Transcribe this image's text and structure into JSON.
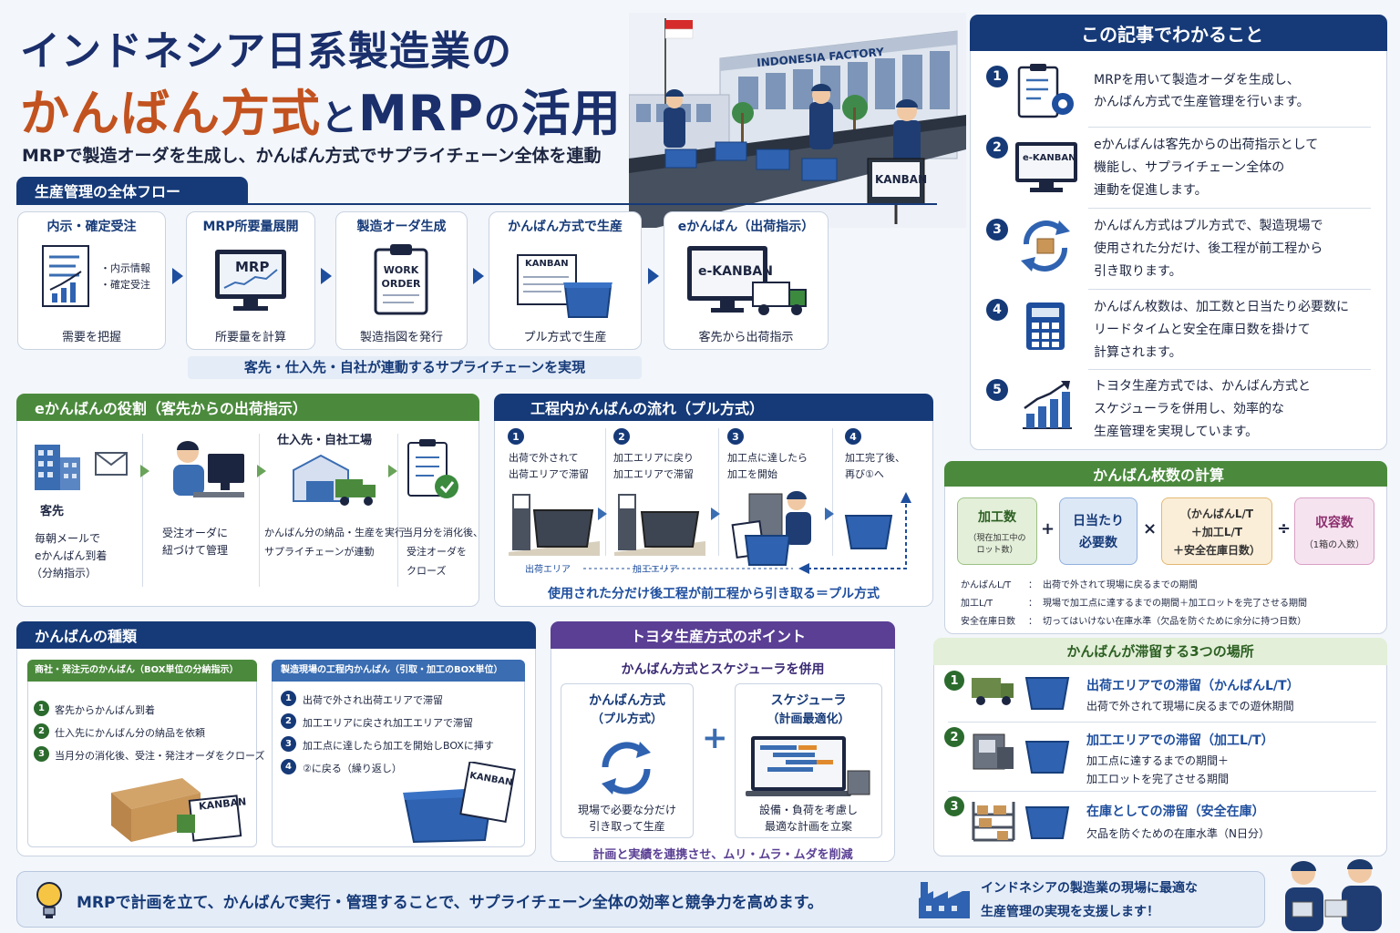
{
  "header": {
    "title_line1": "インドネシア日系製造業の",
    "title_kanban": "かんばん方式",
    "title_to": "と",
    "title_mrp": "MRP",
    "title_no": "の",
    "title_katsuyou": "活用",
    "subtitle": "MRPで製造オーダを生成し、かんばん方式でサプライチェーン全体を連動",
    "factory_sign": "INDONESIA FACTORY",
    "kanban_sign": "KANBAN"
  },
  "flow": {
    "title": "生産管理の全体フロー",
    "steps": [
      {
        "label": "内示・確定受注",
        "notes": [
          "・内示情報",
          "・確定受注"
        ],
        "caption": "需要を把握"
      },
      {
        "label": "MRP所要量展開",
        "screen": "MRP",
        "caption": "所要量を計算"
      },
      {
        "label": "製造オーダ生成",
        "doc": "WORK ORDER",
        "caption": "製造指図を発行"
      },
      {
        "label": "かんばん方式で生産",
        "tag": "KANBAN",
        "caption": "プル方式で生産"
      },
      {
        "label": "eかんばん（出荷指示）",
        "screen": "e-KANBAN",
        "caption": "客先から出荷指示"
      }
    ],
    "footer": "客先・仕入先・自社が連動するサプライチェーンを実現"
  },
  "ekanban": {
    "title": "eかんばんの役割（客先からの出荷指示）",
    "supplier_label": "仕入先・自社工場",
    "items": [
      {
        "label": "客先",
        "desc": [
          "毎朝メールで",
          "eかんばん到着",
          "（分納指示）"
        ]
      },
      {
        "desc": [
          "受注オーダに",
          "紐づけて管理"
        ]
      },
      {
        "desc": [
          "かんばん分の納品・生産を実行",
          "サプライチェーンが連動"
        ]
      },
      {
        "desc": [
          "当月分を消化後、",
          "受注オーダを",
          "クローズ"
        ]
      }
    ]
  },
  "process": {
    "title": "工程内かんばんの流れ（プル方式）",
    "steps": [
      {
        "num": "1",
        "text": [
          "出荷で外されて",
          "出荷エリアで滞留"
        ]
      },
      {
        "num": "2",
        "text": [
          "加工エリアに戻り",
          "加工エリアで滞留"
        ]
      },
      {
        "num": "3",
        "text": [
          "加工点に達したら",
          "加工を開始"
        ]
      },
      {
        "num": "4",
        "text": [
          "加工完了後、",
          "再び①へ"
        ]
      }
    ],
    "area1": "出荷エリア",
    "area2": "加工エリア",
    "footer": "使用された分だけ後工程が前工程から引き取る＝プル方式"
  },
  "types": {
    "title": "かんばんの種類",
    "left": {
      "title": "商社・発注元のかんばん（BOX単位の分納指示）",
      "items": [
        {
          "num": "1",
          "text": "客先からかんばん到着"
        },
        {
          "num": "2",
          "text": "仕入先にかんばん分の納品を依頼"
        },
        {
          "num": "3",
          "text": "当月分の消化後、受注・発注オーダをクローズ"
        }
      ],
      "tag": "KANBAN"
    },
    "right": {
      "title": "製造現場の工程内かんばん（引取・加工のBOX単位）",
      "items": [
        {
          "num": "1",
          "text": "出荷で外され出荷エリアで滞留"
        },
        {
          "num": "2",
          "text": "加工エリアに戻され加工エリアで滞留"
        },
        {
          "num": "3",
          "text": "加工点に達したら加工を開始しBOXに挿す"
        },
        {
          "num": "4",
          "text": "②に戻る（繰り返し）"
        }
      ],
      "tag": "KANBAN"
    }
  },
  "toyota": {
    "title": "トヨタ生産方式のポイント",
    "subtitle": "かんばん方式とスケジューラを併用",
    "left": {
      "title": [
        "かんばん方式",
        "（プル方式）"
      ],
      "desc": [
        "現場で必要な分だけ",
        "引き取って生産"
      ]
    },
    "right": {
      "title": [
        "スケジューラ",
        "（計画最適化）"
      ],
      "desc": [
        "設備・負荷を考慮し",
        "最適な計画を立案"
      ]
    },
    "plus": "+",
    "footer": "計画と実績を連携させ、ムリ・ムラ・ムダを削減"
  },
  "learn": {
    "title": "この記事でわかること",
    "items": [
      {
        "num": "1",
        "icon": "clipboard-gear-icon",
        "lines": [
          "MRPを用いて製造オーダを生成し、",
          "かんばん方式で生産管理を行います。"
        ]
      },
      {
        "num": "2",
        "icon": "monitor-ekanban-icon",
        "screen": "e-KANBAN",
        "lines": [
          "eかんばんは客先からの出荷指示として",
          "機能し、サプライチェーン全体の",
          "連動を促進します。"
        ]
      },
      {
        "num": "3",
        "icon": "cycle-box-icon",
        "lines": [
          "かんばん方式はプル方式で、製造現場で",
          "使用された分だけ、後工程が前工程から",
          "引き取ります。"
        ]
      },
      {
        "num": "4",
        "icon": "calculator-icon",
        "lines": [
          "かんばん枚数は、加工数と日当たり必要数に",
          "リードタイムと安全在庫日数を掛けて",
          "計算されます。"
        ]
      },
      {
        "num": "5",
        "icon": "bar-chart-up-icon",
        "lines": [
          "トヨタ生産方式では、かんばん方式と",
          "スケジューラを併用し、効率的な",
          "生産管理を実現しています。"
        ]
      }
    ]
  },
  "calc": {
    "title": "かんばん枚数の計算",
    "t1": "加工数",
    "t1s": [
      "（現在加工中の",
      "ロット数）"
    ],
    "plus": "+",
    "t2": [
      "日当たり",
      "必要数"
    ],
    "times": "×",
    "t3": [
      "（かんばんL/T",
      "＋加工L/T",
      "＋安全在庫日数）"
    ],
    "div": "÷",
    "t4": "収容数",
    "t4s": "（1箱の入数）",
    "defs": [
      {
        "k": "かんばんL/T",
        "sep": "：",
        "v": "出荷で外されて現場に戻るまでの期間"
      },
      {
        "k": "加工L/T",
        "sep": "：",
        "v": "現場で加工点に達するまでの期間＋加工ロットを完了させる期間"
      },
      {
        "k": "安全在庫日数",
        "sep": "：",
        "v": "切ってはいけない在庫水準（欠品を防ぐために余分に持つ日数）"
      }
    ]
  },
  "stay": {
    "title": "かんばんが滞留する3つの場所",
    "items": [
      {
        "num": "1",
        "title": "出荷エリアでの滞留（かんばんL/T）",
        "lines": [
          "出荷で外されて現場に戻るまでの遊休期間"
        ]
      },
      {
        "num": "2",
        "title": "加工エリアでの滞留（加工L/T）",
        "lines": [
          "加工点に達するまでの期間＋",
          "加工ロットを完了させる期間"
        ]
      },
      {
        "num": "3",
        "title": "在庫としての滞留（安全在庫）",
        "lines": [
          "欠品を防ぐための在庫水準（N日分）"
        ]
      }
    ]
  },
  "bottom": {
    "text": "MRPで計画を立て、かんばんで実行・管理することで、サプライチェーン全体の効率と競争力を高めます。",
    "right": [
      "インドネシアの製造業の現場に最適な",
      "生産管理の実現を支援します！"
    ]
  }
}
